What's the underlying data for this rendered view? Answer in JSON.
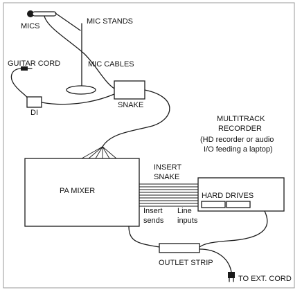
{
  "labels": {
    "mics": "MICS",
    "mic_stands": "MIC STANDS",
    "guitar_cord": "GUITAR CORD",
    "mic_cables": "MIC CABLES",
    "di": "DI",
    "snake": "SNAKE",
    "recorder_line1": "MULTITRACK",
    "recorder_line2": "RECORDER",
    "recorder_line3": "(HD recorder or audio",
    "recorder_line4": "I/O feeding a laptop)",
    "insert_snake_line1": "INSERT",
    "insert_snake_line2": "SNAKE",
    "pa_mixer": "PA MIXER",
    "hard_drives": "HARD DRIVES",
    "insert_sends_line1": "Insert",
    "insert_sends_line2": "sends",
    "line_inputs_line1": "Line",
    "line_inputs_line2": "inputs",
    "outlet_strip": "OUTLET STRIP",
    "to_ext_cord": "TO EXT. CORD"
  }
}
